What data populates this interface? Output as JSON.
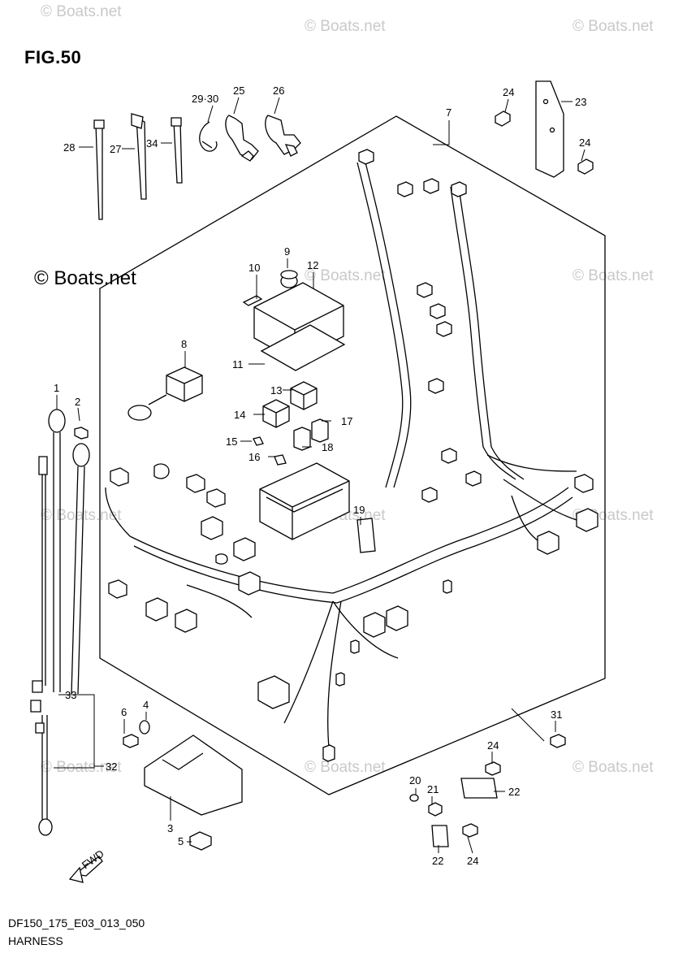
{
  "figure": {
    "title": "FIG.50",
    "code": "DF150_175_E03_013_050",
    "name": "HARNESS"
  },
  "watermark": {
    "text": "© Boats.net",
    "main_text": "© Boats.net"
  },
  "fwd_label": "FWD",
  "callouts": [
    "1",
    "2",
    "3",
    "4",
    "5",
    "6",
    "7",
    "8",
    "9",
    "10",
    "11",
    "12",
    "13",
    "14",
    "15",
    "16",
    "17",
    "18",
    "19",
    "20",
    "21",
    "22",
    "22",
    "23",
    "24",
    "24",
    "24",
    "24",
    "25",
    "26",
    "27",
    "28",
    "29·30",
    "31",
    "32",
    "33",
    "34"
  ]
}
